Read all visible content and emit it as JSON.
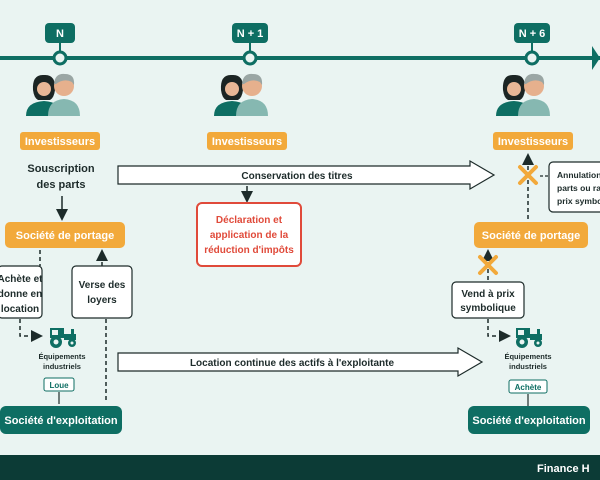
{
  "timeline": {
    "labels": [
      "N",
      "N + 1",
      "N + 6"
    ]
  },
  "persons": {
    "label": "Investisseurs"
  },
  "left": {
    "souscription": [
      "Souscription",
      "des parts"
    ],
    "portage": "Société de portage",
    "achete_box": [
      "Achète et",
      "donne en",
      "location"
    ],
    "verse_box": [
      "Verse des",
      "loyers"
    ],
    "equipements": [
      "Équipements",
      "industriels"
    ],
    "loue": "Loue",
    "exploitation": "Société d'exploitation"
  },
  "middle": {
    "conservation": "Conservation des titres",
    "declaration": [
      "Déclaration et",
      "application de la",
      "réduction d'impôts"
    ],
    "location": "Location continue des actifs à l'exploitante"
  },
  "right": {
    "annulation": [
      "Annulation",
      "parts ou rac",
      "prix symbo"
    ],
    "portage": "Société de portage",
    "vend_box": [
      "Vend à prix",
      "symbolique"
    ],
    "equipements": [
      "Équipements",
      "industriels"
    ],
    "achete": "Achète",
    "exploitation": "Société d'exploitation"
  },
  "footer": {
    "brand": "Finance H"
  },
  "colors": {
    "teal": "#0e6e63",
    "orange": "#f2a93b",
    "red": "#e04a3a",
    "bg": "#eaf4f2",
    "footer": "#0c3b36"
  }
}
